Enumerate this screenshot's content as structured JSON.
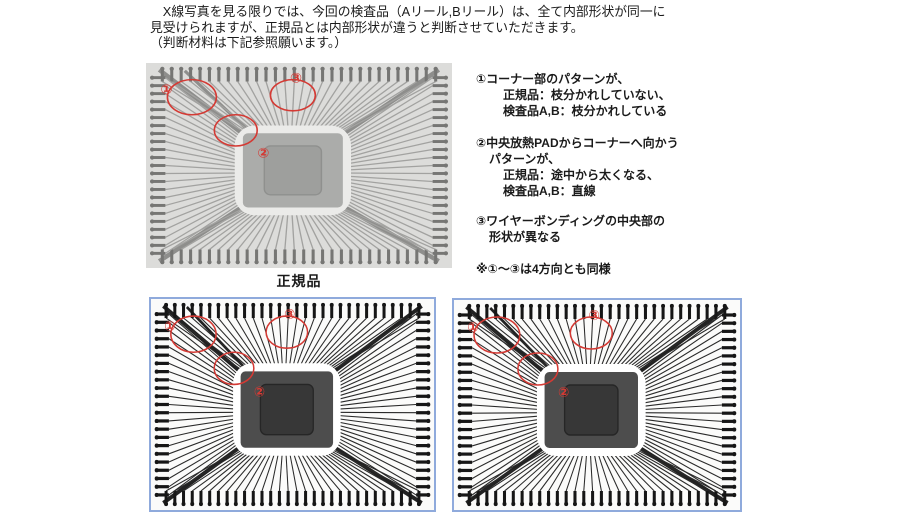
{
  "intro": {
    "line1": "　X線写真を見る限りでは、今回の検査品（Aリール,Bリール）は、全て内部形状が同一に",
    "line2": "見受けられますが、正規品とは内部形状が違うと判断させていただきます。",
    "line3": "（判断材料は下記参照願います。）"
  },
  "figures": {
    "genuine_caption": "正規品"
  },
  "annotations": {
    "n1": "①",
    "n2": "②",
    "n3": "③"
  },
  "notes": {
    "n1_head": "①コーナー部のパターンが、",
    "n1_sub1": "正規品：枝分かれしていない、",
    "n1_sub2": "検査品A,B：枝分かれしている",
    "n2_head": "②中央放熱PADからコーナーへ向かう",
    "n2_cont": "パターンが、",
    "n2_sub1": "正規品：途中から太くなる、",
    "n2_sub2": "検査品A,B：直線",
    "n3_head": "③ワイヤーボンディングの中央部の",
    "n3_cont": "形状が異なる",
    "footer": "※①～③は4方向とも同様"
  },
  "colors": {
    "annotation_red": "#d43a34",
    "frame_blue": "#8faadc",
    "text": "#1a1a1a",
    "xray_light": {
      "bg": "#dcdcda",
      "lead": "#a2a2a0",
      "pin": "#767674",
      "tie": "#8e8e8c",
      "halo": "#ebebe9",
      "pad": "#abacaa",
      "die": "#9e9f9d",
      "die_edge": "#8f908e"
    },
    "xray_dark": {
      "bg": "#fbfbfa",
      "lead": "#2a2a2a",
      "pin": "#161616",
      "tie": "#222222",
      "halo": "#ffffff",
      "pad": "#4d4d4d",
      "die": "#373737",
      "die_edge": "#262626"
    }
  }
}
